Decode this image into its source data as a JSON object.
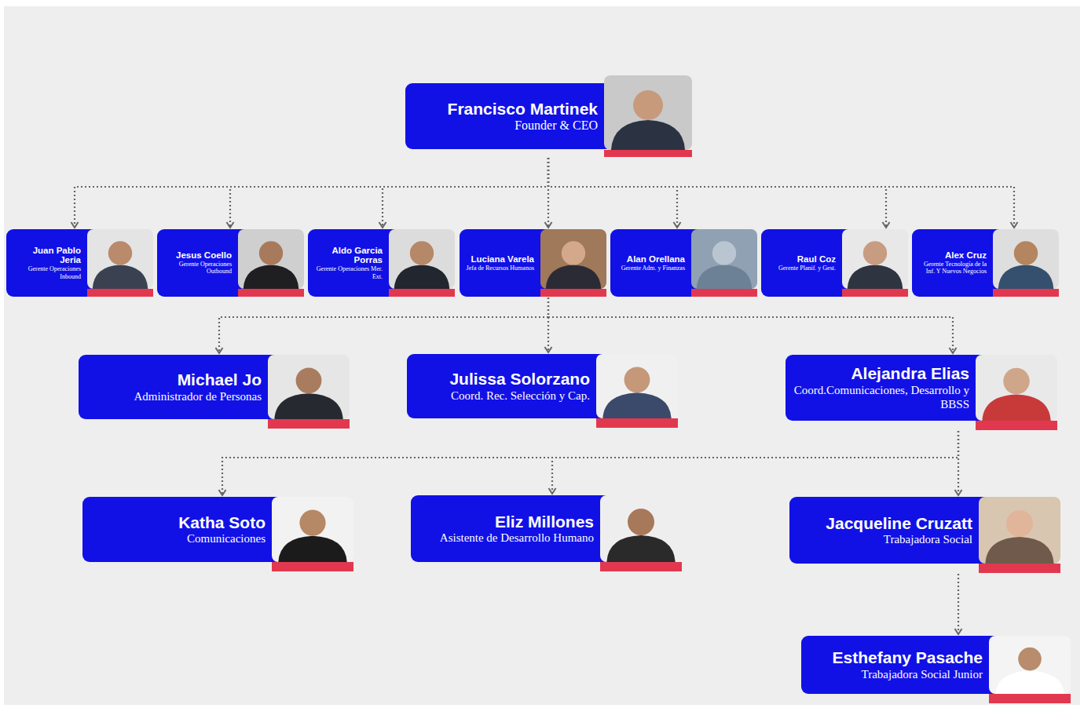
{
  "diagram": {
    "nodes": [
      {
        "text": [
          "Francisco Martinek",
          "Founder & CEO"
        ]
      },
      {
        "text": [
          "Juan Pablo Jeria",
          "Gerente Operaciones Inbound"
        ]
      },
      {
        "text": [
          "Jesus Coello",
          "Gerente Operaciones Outbound"
        ]
      },
      {
        "text": [
          "Aldo Garcia Porras",
          "Gerente Operaciones Mer. Ext."
        ]
      },
      {
        "text": [
          "Luciana Varela",
          "Jefa de Recursos Humanos"
        ]
      },
      {
        "text": [
          "Alan Orellana",
          "Gerente Adm. y Finanzas"
        ]
      },
      {
        "text": [
          "Raul Coz",
          "Gerente Planif. y Gest."
        ]
      },
      {
        "text": [
          "Alex Cruz",
          "Gerente Tecnología de la Inf. Y Nuevos Negocios"
        ]
      },
      {
        "text": [
          "Michael Jo",
          "Administrador de Personas"
        ]
      },
      {
        "text": [
          "Julissa Solorzano",
          "Coord. Rec. Selección y Cap."
        ]
      },
      {
        "text": [
          "Alejandra Elias",
          "Coord.Comunicaciones, Desarrollo y BBSS"
        ]
      },
      {
        "text": [
          "Katha Soto",
          "Comunicaciones"
        ]
      },
      {
        "text": [
          "Eliz Millones",
          "Asistente de Desarrollo Humano"
        ]
      },
      {
        "text": [
          "Jacqueline Cruzatt",
          "Trabajadora Social"
        ]
      },
      {
        "text": [
          "Esthefany Pasache",
          "Trabajadora Social Junior"
        ]
      }
    ],
    "edges": [
      {
        "from": 0,
        "to": 1,
        "arrow": "to"
      },
      {
        "from": 0,
        "to": 2,
        "arrow": "to"
      },
      {
        "from": 0,
        "to": 3,
        "arrow": "to"
      },
      {
        "from": 0,
        "to": 4,
        "arrow": "to"
      },
      {
        "from": 0,
        "to": 5,
        "arrow": "to"
      },
      {
        "from": 0,
        "to": 6,
        "arrow": "to"
      },
      {
        "from": 0,
        "to": 7,
        "arrow": "to"
      },
      {
        "from": 4,
        "to": 8,
        "arrow": "to"
      },
      {
        "from": 4,
        "to": 9,
        "arrow": "to"
      },
      {
        "from": 4,
        "to": 10,
        "arrow": "to"
      },
      {
        "from": 10,
        "to": 11,
        "arrow": "to"
      },
      {
        "from": 10,
        "to": 12,
        "arrow": "to"
      },
      {
        "from": 10,
        "to": 13,
        "arrow": "to"
      },
      {
        "from": 13,
        "to": 14,
        "arrow": "to"
      }
    ]
  }
}
